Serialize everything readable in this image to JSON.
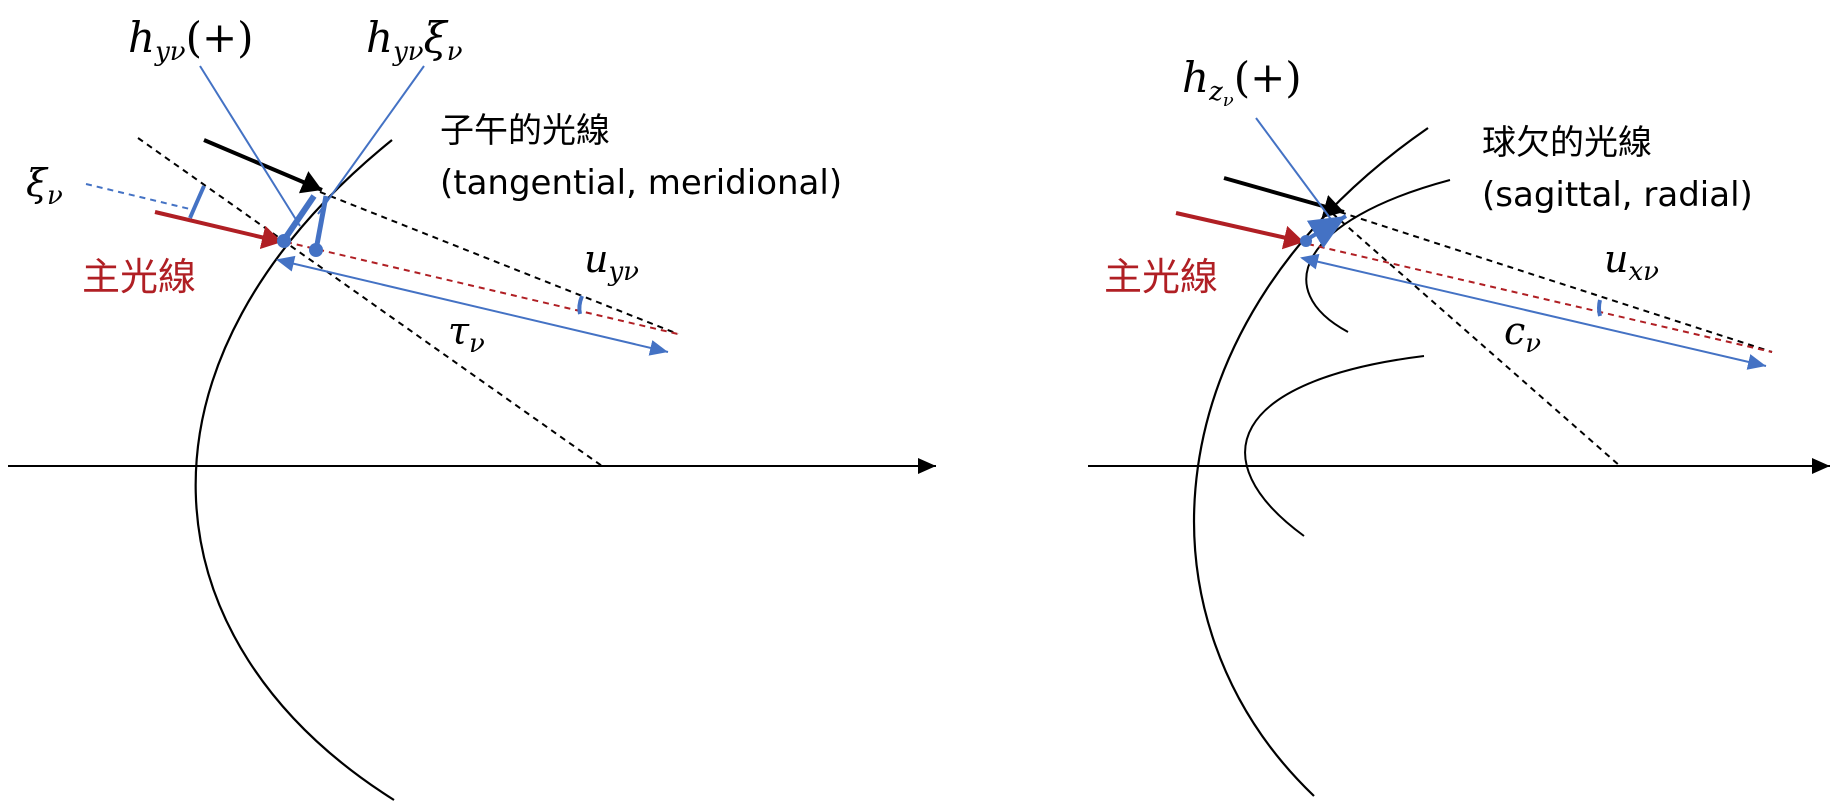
{
  "colors": {
    "black": "#000000",
    "blue": "#4472c4",
    "red": "#b01f24"
  },
  "left": {
    "heading_jp": "子午的光線",
    "heading_en": "(tangential, meridional)",
    "chief_ray": "主光線",
    "xi_base": "ξ",
    "xi_sub": "ν",
    "h_base": "h",
    "h_sub": "yν",
    "h_tail": "(+)",
    "hxi_base": "h",
    "hxi_sub": "yν",
    "hxi_tail": "ξ",
    "hxi_tail_sub": "ν",
    "u_base": "u",
    "u_sub": "yν",
    "tau_base": "τ",
    "tau_sub": "ν"
  },
  "right": {
    "heading_jp": "球欠的光線",
    "heading_en": "(sagittal, radial)",
    "chief_ray": "主光線",
    "h_base": "h",
    "h_sub": "z",
    "h_subsub": "ν",
    "h_tail": "(+)",
    "u_base": "u",
    "u_sub": "xν",
    "c_base": "c",
    "c_sub": "ν"
  }
}
